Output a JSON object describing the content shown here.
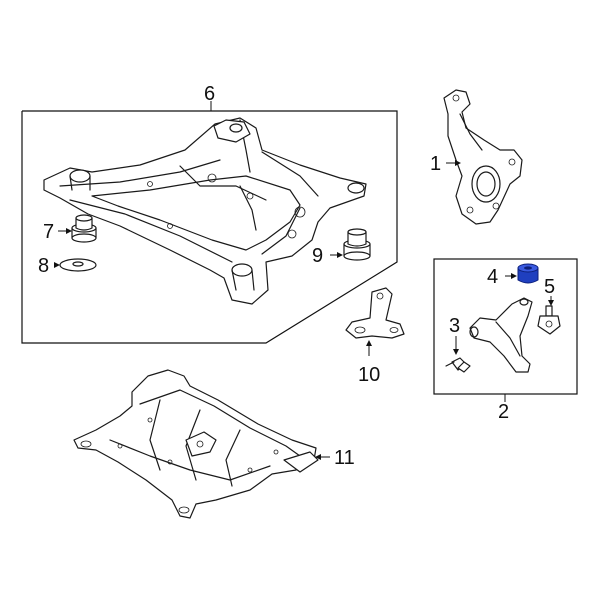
{
  "callouts": {
    "c1": "1",
    "c2": "2",
    "c3": "3",
    "c4": "4",
    "c5": "5",
    "c6": "6",
    "c7": "7",
    "c8": "8",
    "c9": "9",
    "c10": "10",
    "c11": "11"
  },
  "colors": {
    "highlight": "#1f3fbf",
    "highlight_dark": "#0c1f7a",
    "line": "#1a1a1a"
  },
  "icons": {
    "highlighted_part": "bushing-icon"
  }
}
